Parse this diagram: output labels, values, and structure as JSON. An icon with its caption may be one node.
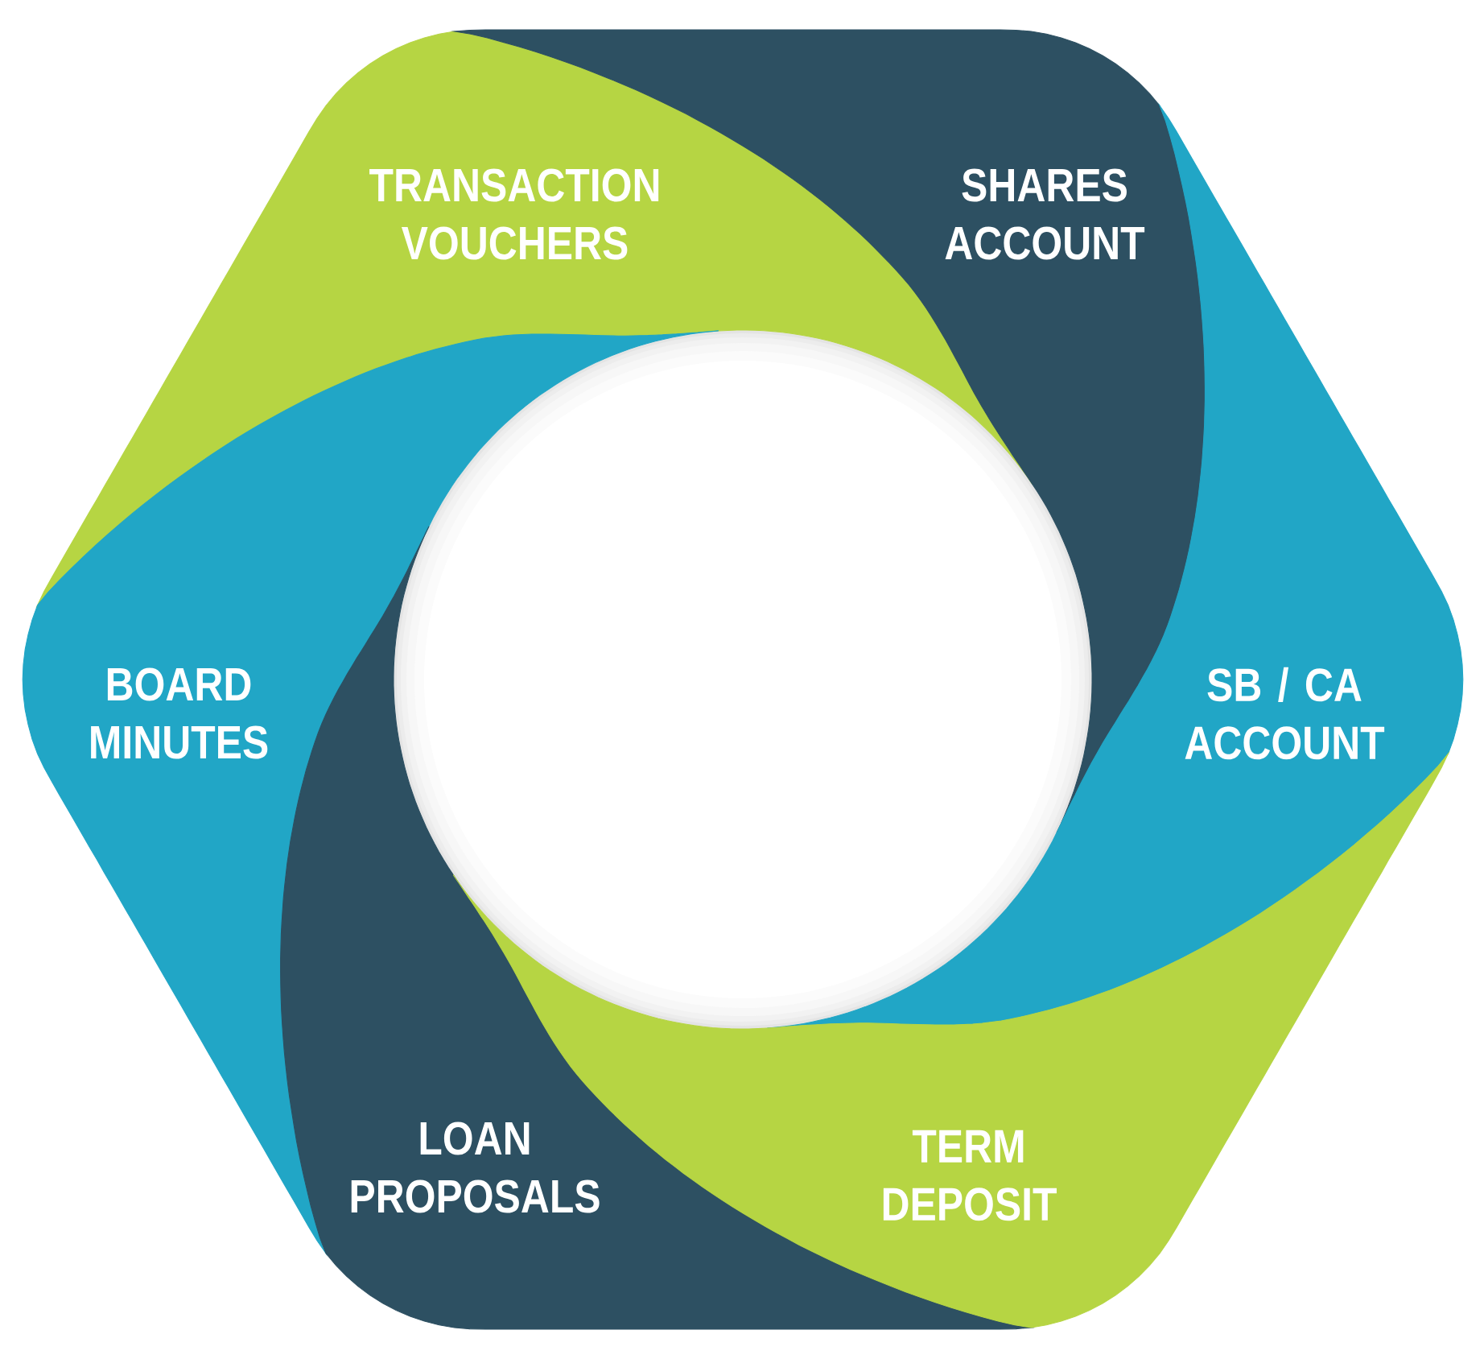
{
  "diagram": {
    "nodes": [
      {
        "text": [
          "TRANSACTION VOUCHERS"
        ]
      },
      {
        "text": [
          "SHARES ACCOUNT"
        ]
      },
      {
        "text": [
          "BOARD MINUTES"
        ]
      },
      {
        "text": [
          "SB / CA ACCOUNT"
        ]
      },
      {
        "text": [
          "LOAN PROPOSALS"
        ]
      },
      {
        "text": [
          "TERM DEPOSIT"
        ]
      }
    ]
  }
}
